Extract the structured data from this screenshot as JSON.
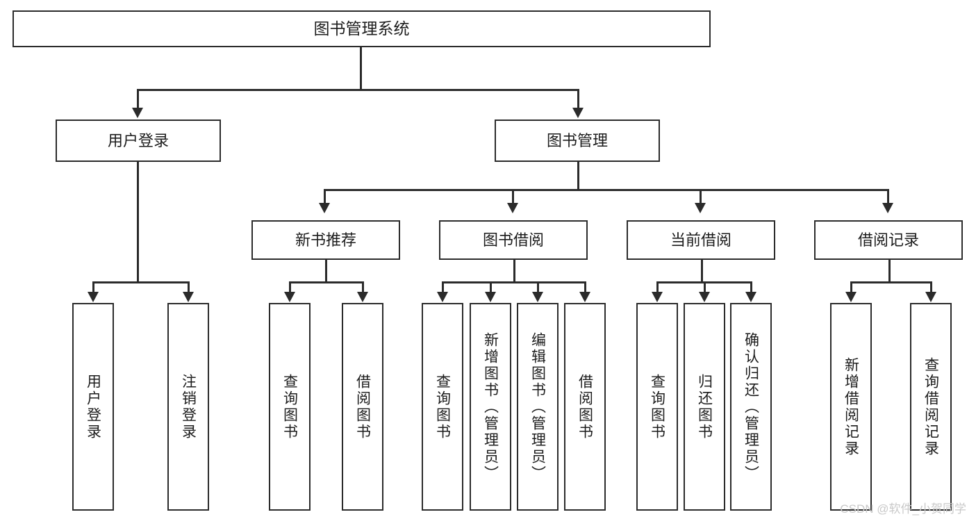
{
  "diagram": {
    "title": "图书管理系统",
    "root": {
      "label": "图书管理系统"
    },
    "level2": [
      {
        "label": "用户登录"
      },
      {
        "label": "图书管理"
      }
    ],
    "level3": [
      {
        "label": "新书推荐"
      },
      {
        "label": "图书借阅"
      },
      {
        "label": "当前借阅"
      },
      {
        "label": "借阅记录"
      }
    ],
    "leaves": {
      "user_login": [
        {
          "label": "用户登录"
        },
        {
          "label": "注销登录"
        }
      ],
      "new_book_recommend": [
        {
          "label": "查询图书"
        },
        {
          "label": "借阅图书"
        }
      ],
      "book_borrow": [
        {
          "label": "查询图书"
        },
        {
          "label": "新增图书（管理员）"
        },
        {
          "label": "编辑图书（管理员）"
        },
        {
          "label": "借阅图书"
        }
      ],
      "current_borrow": [
        {
          "label": "查询图书"
        },
        {
          "label": "归还图书"
        },
        {
          "label": "确认归还（管理员）"
        }
      ],
      "borrow_record": [
        {
          "label": "新增借阅记录"
        },
        {
          "label": "查询借阅记录"
        }
      ]
    }
  },
  "watermark": {
    "text": "CSDN @软件_小贺同学"
  },
  "colors": {
    "stroke": "#2b2b2b",
    "background": "#ffffff",
    "text": "#1c1c1c",
    "watermark": "#c9c9c9"
  }
}
